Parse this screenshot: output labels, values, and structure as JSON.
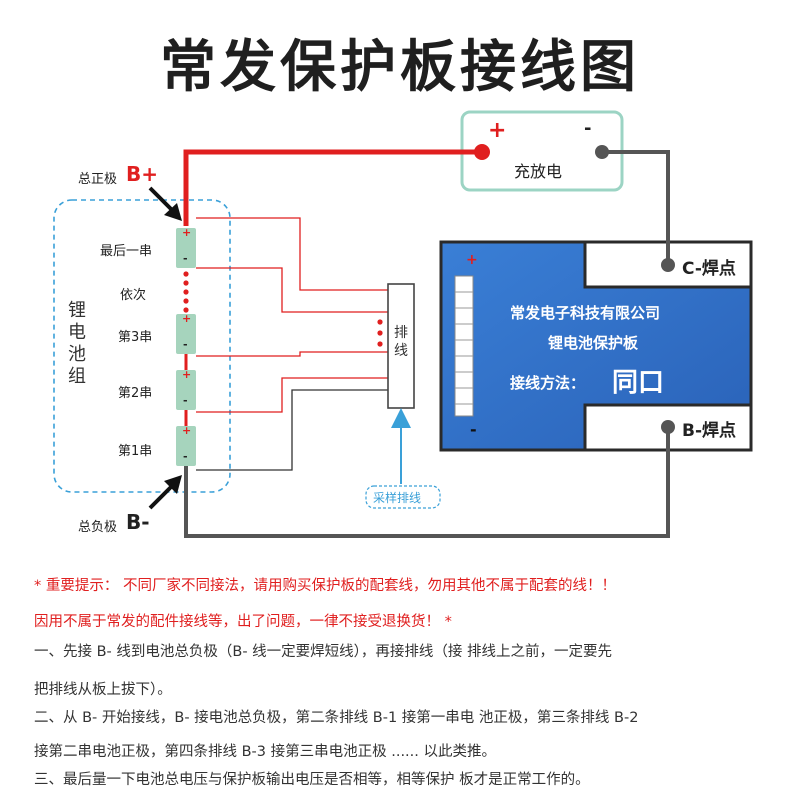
{
  "title": "常发保护板接线图",
  "charge_box": {
    "plus": "+",
    "minus": "-",
    "label": "充放电"
  },
  "battery_group": {
    "label": "锂电池组",
    "total_positive": "总正极",
    "total_positive_mark": "B+",
    "total_negative": "总负极",
    "total_negative_mark": "B-",
    "last_series": "最后一串",
    "in_order": "依次",
    "series3": "第3串",
    "series2": "第2串",
    "series1": "第1串",
    "cell_plus": "+",
    "cell_minus": "-"
  },
  "connector": {
    "label": "排线"
  },
  "sampling_wire": "采样排线",
  "board": {
    "company": "常发电子科技有限公司",
    "name": "锂电池保护板",
    "method_label": "接线方法：",
    "method_value": "同口",
    "plus": "+",
    "minus": "-",
    "c_pad": "C-焊点",
    "b_pad": "B-焊点"
  },
  "colors": {
    "wire_red": "#e01f1f",
    "wire_dark": "#4a4a4a",
    "board_blue": "#2f6fc9",
    "cell_green": "#a6d4bd",
    "charge_box_border": "#9cd4c4",
    "dashed_border": "#3aa0d8"
  },
  "notes": [
    "* 重要提示：  不同厂家不同接法，请用购买保护板的配套线，勿用其他不属于配套的线！！",
    "因用不属于常发的配件接线等，出了问题，一律不接受退换货！ *",
    "一、先接 B- 线到电池总负极（B- 线一定要焊短线），再接排线（接 排线上之前，一定要先",
    "把排线从板上拔下）。",
    "二、从 B- 开始接线，B- 接电池总负极，第二条排线 B-1 接第一串电 池正极，第三条排线 B-2",
    "接第二串电池正极，第四条排线 B-3 接第三串电池正极 ...... 以此类推。",
    "三、最后量一下电池总电压与保护板输出电压是否相等，相等保护 板才是正常工作的。"
  ]
}
